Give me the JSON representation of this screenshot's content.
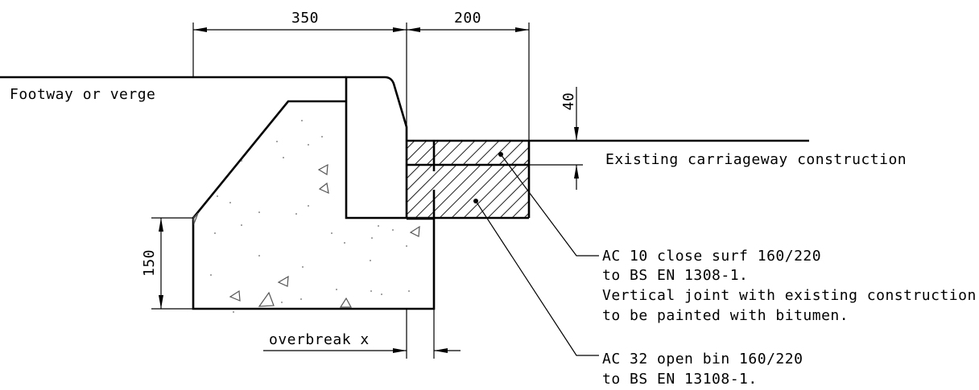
{
  "drawing": {
    "labels": {
      "footway": "Footway or verge",
      "carriageway": "Existing carriageway construction",
      "overbreak": "overbreak x"
    },
    "dimensions": {
      "top_left": "350",
      "top_right": "200",
      "vertical_right": "40",
      "vertical_left": "150"
    },
    "notes": {
      "surf": [
        "AC 10 close surf 160/220",
        "to BS EN 1308-1.",
        "Vertical joint with existing construction",
        "to be painted with bitumen."
      ],
      "bin": [
        "AC 32 open bin 160/220",
        "to BS EN 13108-1."
      ]
    }
  }
}
